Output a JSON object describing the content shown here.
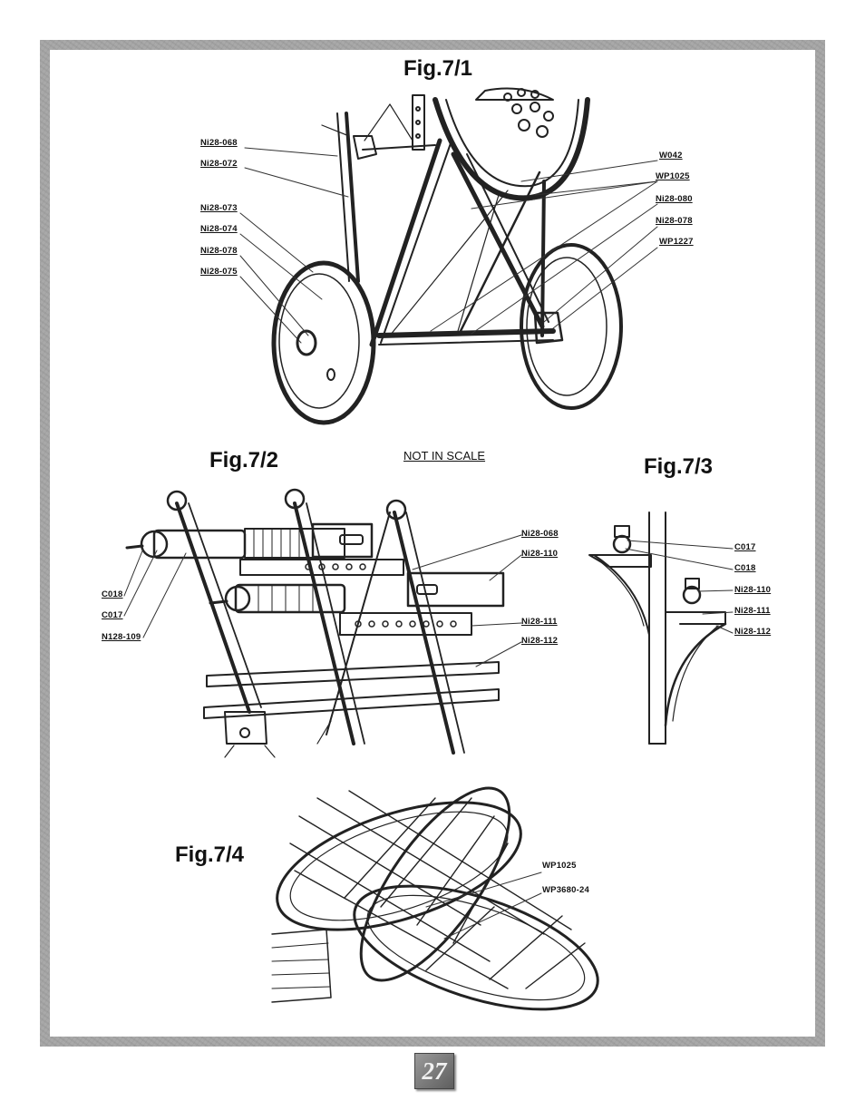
{
  "fig1": {
    "title": "Fig.7/1",
    "labels_left": [
      "Ni28-068",
      "Ni28-072",
      "Ni28-073",
      "Ni28-074",
      "Ni28-078",
      "Ni28-075"
    ],
    "labels_right": [
      "W042",
      "WP1025",
      "Ni28-080",
      "Ni28-078",
      "WP1227"
    ]
  },
  "fig2": {
    "title": "Fig.7/2",
    "labels_left": [
      "C018",
      "C017",
      "N128-109"
    ],
    "labels_right": [
      "Ni28-068",
      "Ni28-110",
      "Ni28-111",
      "Ni28-112"
    ]
  },
  "scale_note": "NOT IN SCALE",
  "fig3": {
    "title": "Fig.7/3",
    "labels": [
      "C017",
      "C018",
      "Ni28-110",
      "Ni28-111",
      "Ni28-112"
    ]
  },
  "fig4": {
    "title": "Fig.7/4",
    "labels": [
      "WP1025",
      "WP3680-24"
    ]
  },
  "page_number": "27"
}
